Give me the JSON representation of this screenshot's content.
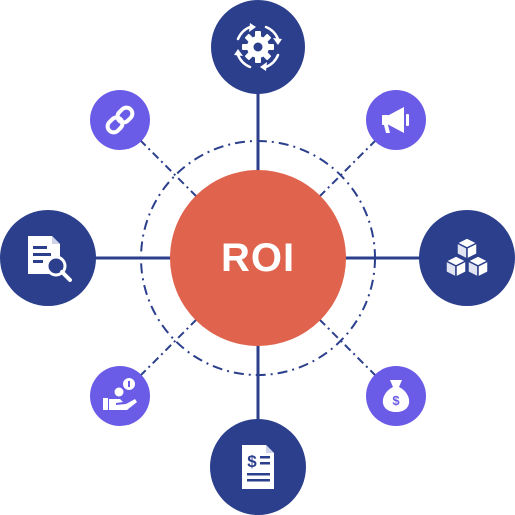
{
  "center": {
    "label": "ROI",
    "color": "#E0634D"
  },
  "colors": {
    "navy": "#2B3F8C",
    "purple": "#6B5CE7",
    "connector": "#2B3F8C",
    "icon": "#ffffff"
  },
  "nodes": [
    {
      "id": "top",
      "icon": "gear-cycle-icon",
      "style": "navy"
    },
    {
      "id": "left",
      "icon": "document-search-icon",
      "style": "navy"
    },
    {
      "id": "right",
      "icon": "cubes-icon",
      "style": "navy"
    },
    {
      "id": "bottom",
      "icon": "invoice-dollar-icon",
      "style": "navy"
    },
    {
      "id": "top-left",
      "icon": "link-icon",
      "style": "purple"
    },
    {
      "id": "top-right",
      "icon": "megaphone-icon",
      "style": "purple"
    },
    {
      "id": "bottom-left",
      "icon": "hand-coins-icon",
      "style": "purple"
    },
    {
      "id": "bottom-right",
      "icon": "money-bag-icon",
      "style": "purple"
    }
  ]
}
